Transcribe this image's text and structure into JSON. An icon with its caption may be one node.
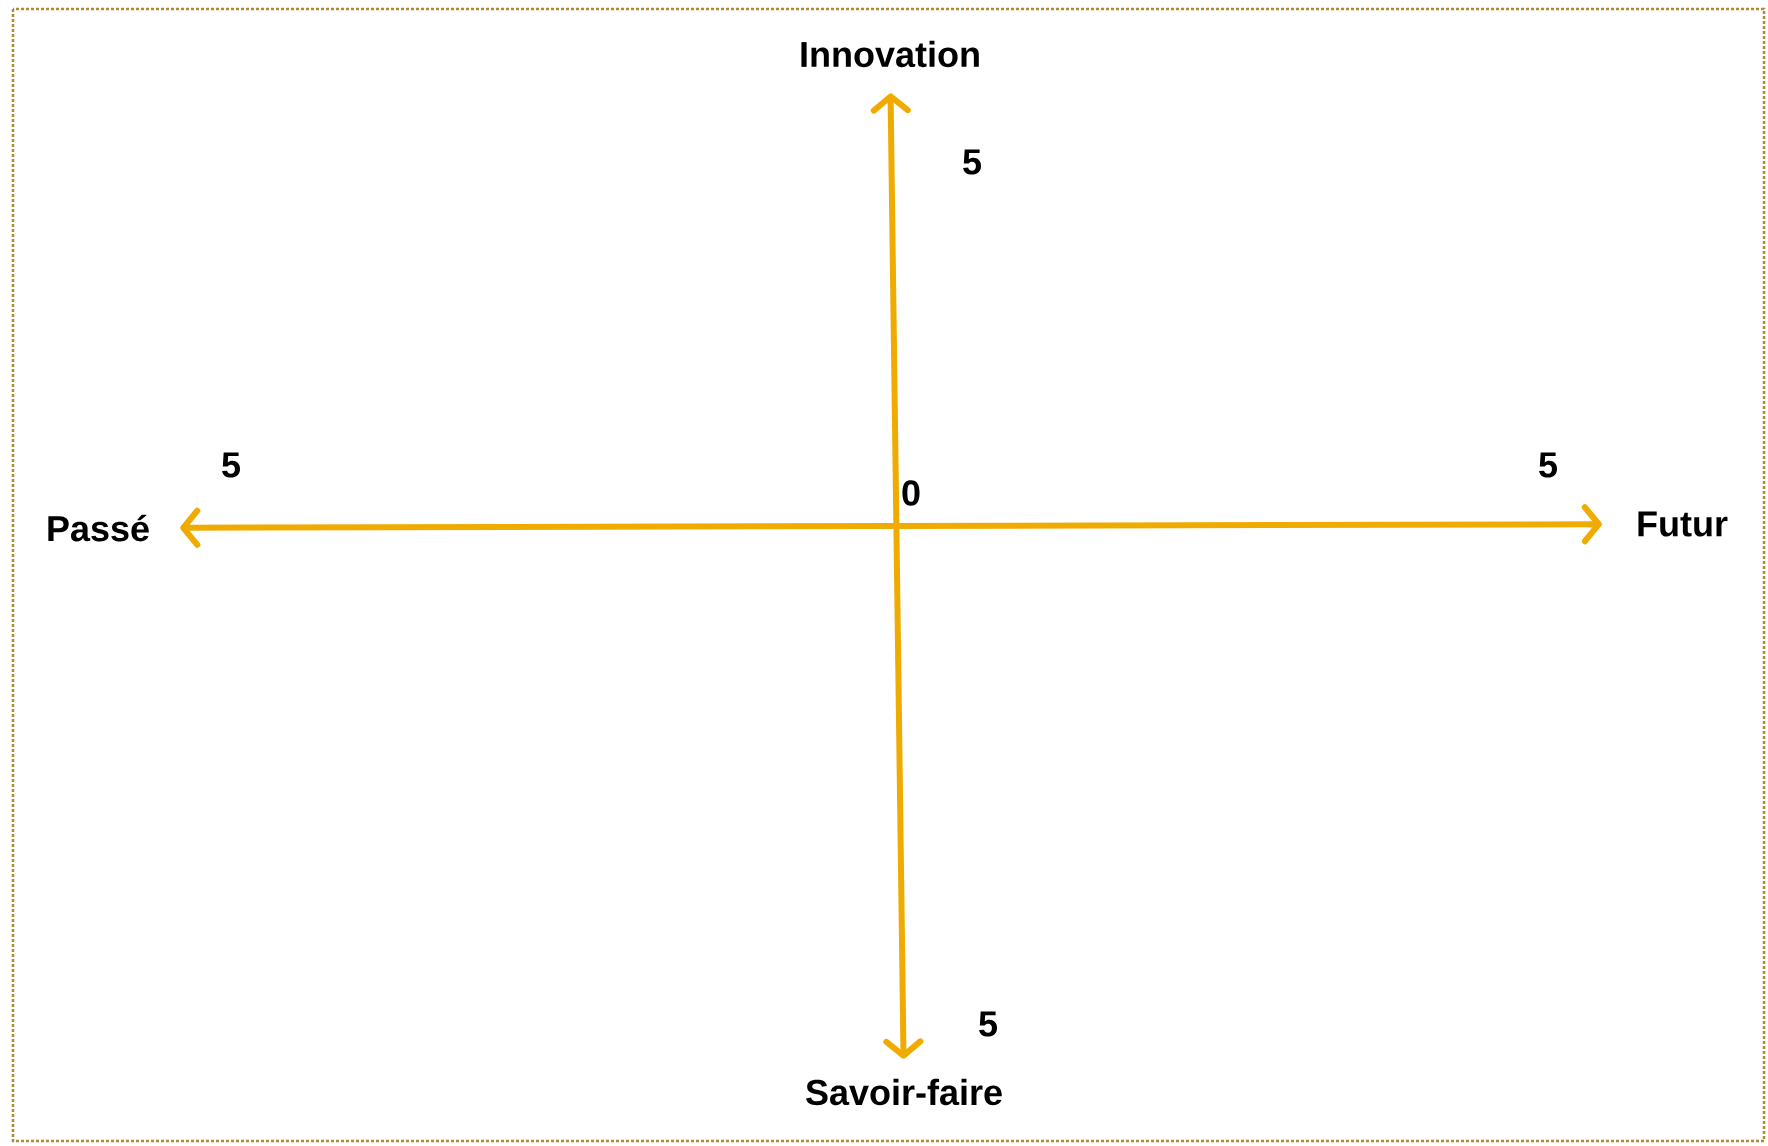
{
  "diagram": {
    "nodes": [
      {
        "text": [
          "Innovation"
        ]
      },
      {
        "text": [
          "Passé"
        ]
      },
      {
        "text": [
          "Futur"
        ]
      },
      {
        "text": [
          "Savoir-faire"
        ]
      }
    ],
    "edges": [
      {
        "from": 1,
        "to": 2,
        "arrow": "both"
      },
      {
        "from": 0,
        "to": 3,
        "arrow": "both"
      }
    ],
    "labels": [
      "5",
      "5",
      "5",
      "0",
      "5"
    ]
  }
}
